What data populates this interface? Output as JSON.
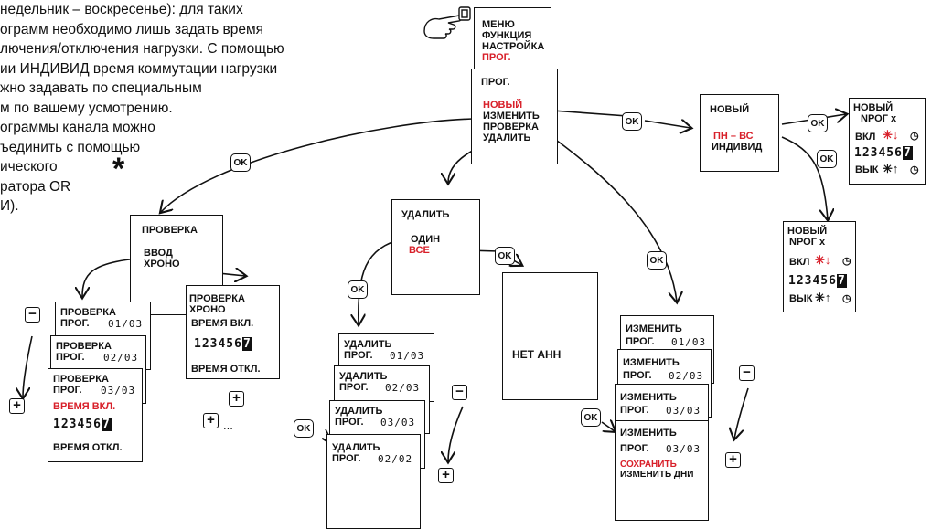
{
  "intro": [
    "недельник – воскресенье): для таких",
    "ограмм необходимо лишь задать время",
    "лючения/отключения нагрузки. С помощью",
    "ии ИНДИВИД время коммутации нагрузки",
    "жно задавать по специальным",
    "м по вашему усмотрению.",
    "ограммы канала можно",
    "ъединить с помощью",
    "ического",
    "ратора OR",
    "И)."
  ],
  "star": "*",
  "menu": {
    "items": [
      "МЕНЮ",
      "ФУНКЦИЯ",
      "НАСТРОЙКА"
    ],
    "selected": "ПРОГ."
  },
  "prog": {
    "title": "ПРОГ.",
    "new": "НОВЫЙ",
    "edit": "ИЗМЕНИТЬ",
    "check": "ПРОВЕРКА",
    "delete": "УДАЛИТЬ"
  },
  "new1": {
    "title": "НОВЫЙ",
    "mon_sun": "ПН – ВС",
    "indiv": "ИНДИВИД"
  },
  "new2": {
    "title": "НОВЫЙ",
    "prog_x": "NРОГ х",
    "on": "ВКЛ",
    "off": "ВЫК",
    "days": "123456",
    "days_last": "7"
  },
  "new3": {
    "title": "НОВЫЙ",
    "prog_x": "NРОГ х",
    "on": "ВКЛ",
    "off": "ВЫК",
    "days": "123456",
    "days_last": "7"
  },
  "check": {
    "title": "ПРОВЕРКА",
    "input": "ВВОД",
    "chrono": "ХРОНО"
  },
  "check_list": {
    "title": "ПРОВЕРКА",
    "prog": "ПРОГ.",
    "c1": "01/03",
    "c2": "02/03",
    "c3": "03/03",
    "time_on": "ВРЕМЯ ВКЛ.",
    "time_off": "ВРЕМЯ ОТКЛ.",
    "days": "123456",
    "days_last": "7"
  },
  "check_chrono": {
    "title": "ПРОВЕРКА",
    "chrono": "ХРОНО",
    "time_on": "ВРЕМЯ ВКЛ.",
    "time_off": "ВРЕМЯ ОТКЛ.",
    "days": "123456",
    "days_last": "7",
    "ellipsis": "..."
  },
  "delete": {
    "title": "УДАЛИТЬ",
    "one": "ОДИН",
    "all": "ВСЕ"
  },
  "delete_list": {
    "title": "УДАЛИТЬ",
    "prog": "ПРОГ.",
    "c1": "01/03",
    "c2": "02/03",
    "c3": "03/03",
    "c4": "02/02"
  },
  "none": {
    "text": "НЕТ АНН"
  },
  "edit_list": {
    "title": "ИЗМЕНИТЬ",
    "prog": "ПРОГ.",
    "c1": "01/03",
    "c2": "02/03",
    "c3": "03/03",
    "save": "СОХРАНИТЬ",
    "change_days": "ИЗМЕНИТЬ ДНИ"
  },
  "buttons": {
    "ok": "OK",
    "plus": "+",
    "minus": "−"
  },
  "colors": {
    "accent": "#d8202a",
    "ink": "#111111"
  }
}
